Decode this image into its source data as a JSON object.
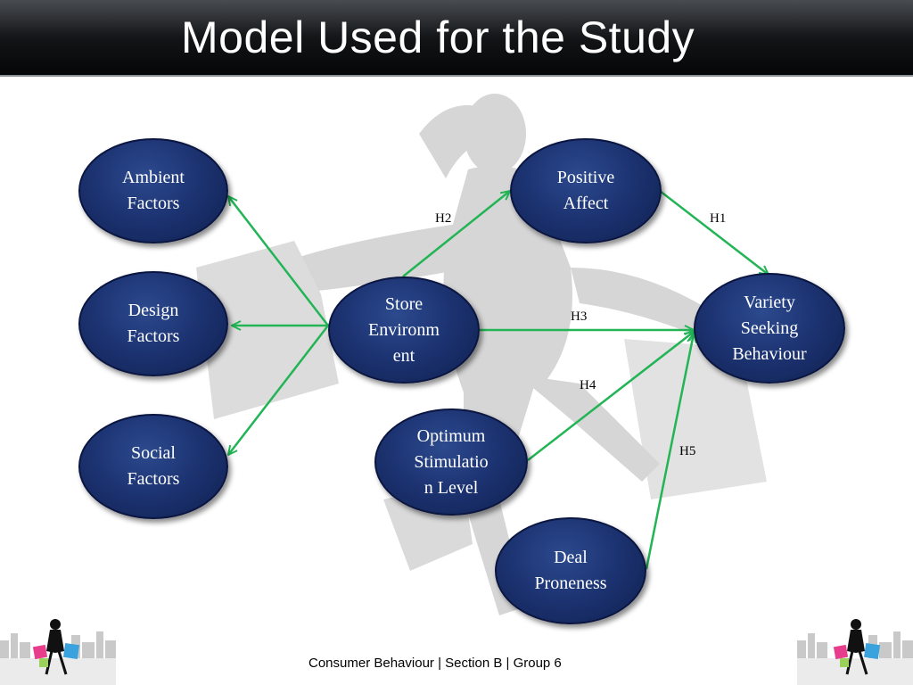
{
  "slide": {
    "title": "Model Used for the Study",
    "footer": "Consumer Behaviour  |  Section B  |  Group 6"
  },
  "nodes": {
    "ambient": "Ambient\nFactors",
    "design": "Design\nFactors",
    "social": "Social\nFactors",
    "store": "Store\nEnvironm\nent",
    "positive": "Positive\nAffect",
    "variety": "Variety\nSeeking\nBehaviour",
    "optimum": "Optimum\nStimulatio\nn Level",
    "deal": "Deal\nProneness"
  },
  "hypotheses": {
    "h1": "H1",
    "h2": "H2",
    "h3": "H3",
    "h4": "H4",
    "h5": "H5"
  },
  "colors": {
    "arrow": "#22b455",
    "node": "#1d3473",
    "title_bar": "#111315"
  }
}
